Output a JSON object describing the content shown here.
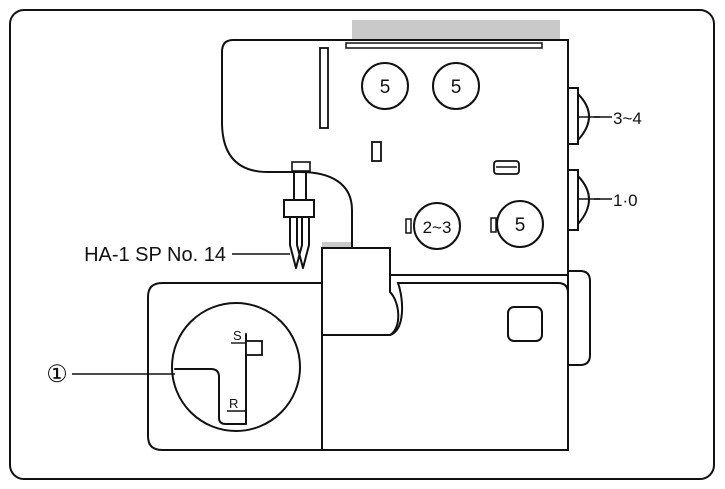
{
  "diagram": {
    "dial_settings": {
      "top_left": "5",
      "top_right": "5",
      "bottom_left": "2~3",
      "bottom_right": "5"
    },
    "knob_labels": {
      "upper": "3~4",
      "lower": "1·0"
    },
    "needle_label": "HA-1 SP No. 14",
    "callout_marker": "①",
    "detail_labels": {
      "s": "S",
      "r": "R"
    }
  }
}
